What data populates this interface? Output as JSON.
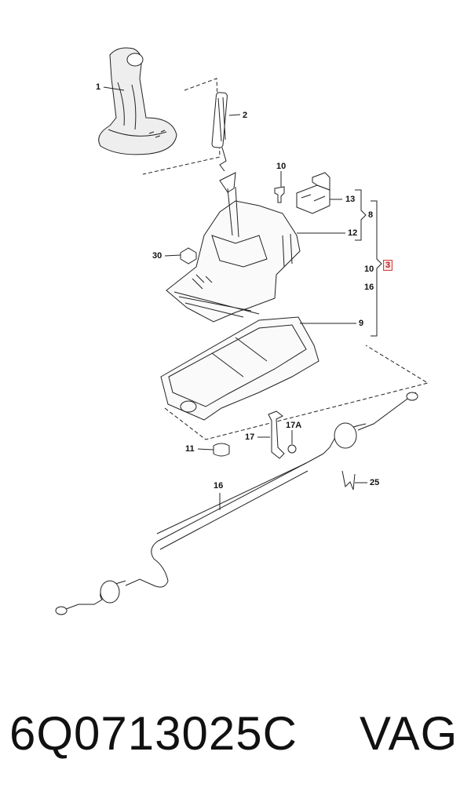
{
  "callouts": {
    "c1": "1",
    "c2": "2",
    "c3": "3",
    "c8": "8",
    "c9": "9",
    "c10a": "10",
    "c10b": "10",
    "c11": "11",
    "c12": "12",
    "c13": "13",
    "c16a": "16",
    "c16b": "16",
    "c17": "17",
    "c17a": "17A",
    "c25": "25",
    "c30": "30"
  },
  "footer": {
    "part_number": "6Q0713025C",
    "brand": "VAG"
  },
  "colors": {
    "line": "#222222",
    "highlight_border": "#d04040",
    "highlight_fill": "#fbe3e3"
  }
}
